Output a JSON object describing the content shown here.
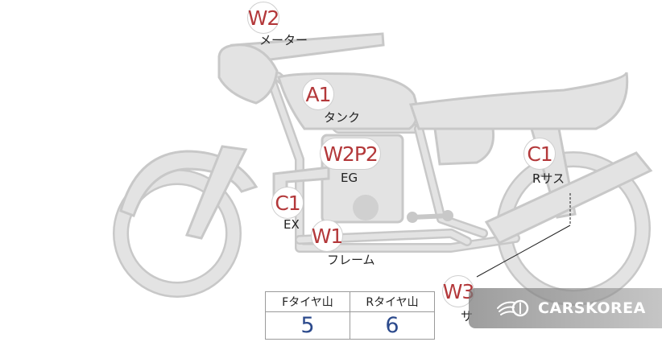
{
  "markers": {
    "w2_meter": "W2",
    "a1_tank": "A1",
    "w2p2_engine": "W2P2",
    "c1_rear": "C1",
    "c1_exhaust": "C1",
    "w1_frame": "W1",
    "w3": "W3"
  },
  "labels": {
    "meter": "メーター",
    "tank": "タンク",
    "engine": "EG",
    "rear_suspension": "Rサス",
    "exhaust": "EX",
    "frame": "フレーム",
    "partial": "サ"
  },
  "tire_table": {
    "headers": [
      "Fタイヤ山",
      "Rタイヤ山"
    ],
    "values": [
      "5",
      "6"
    ]
  },
  "brand": {
    "name": "CARSKOREA",
    "icon": "carskorea-logo-icon"
  },
  "colors": {
    "marker_text": "#b3383a",
    "table_value": "#2c4a8c",
    "bike_fill": "#e3e3e3",
    "bike_stroke": "#c8c8c8"
  }
}
